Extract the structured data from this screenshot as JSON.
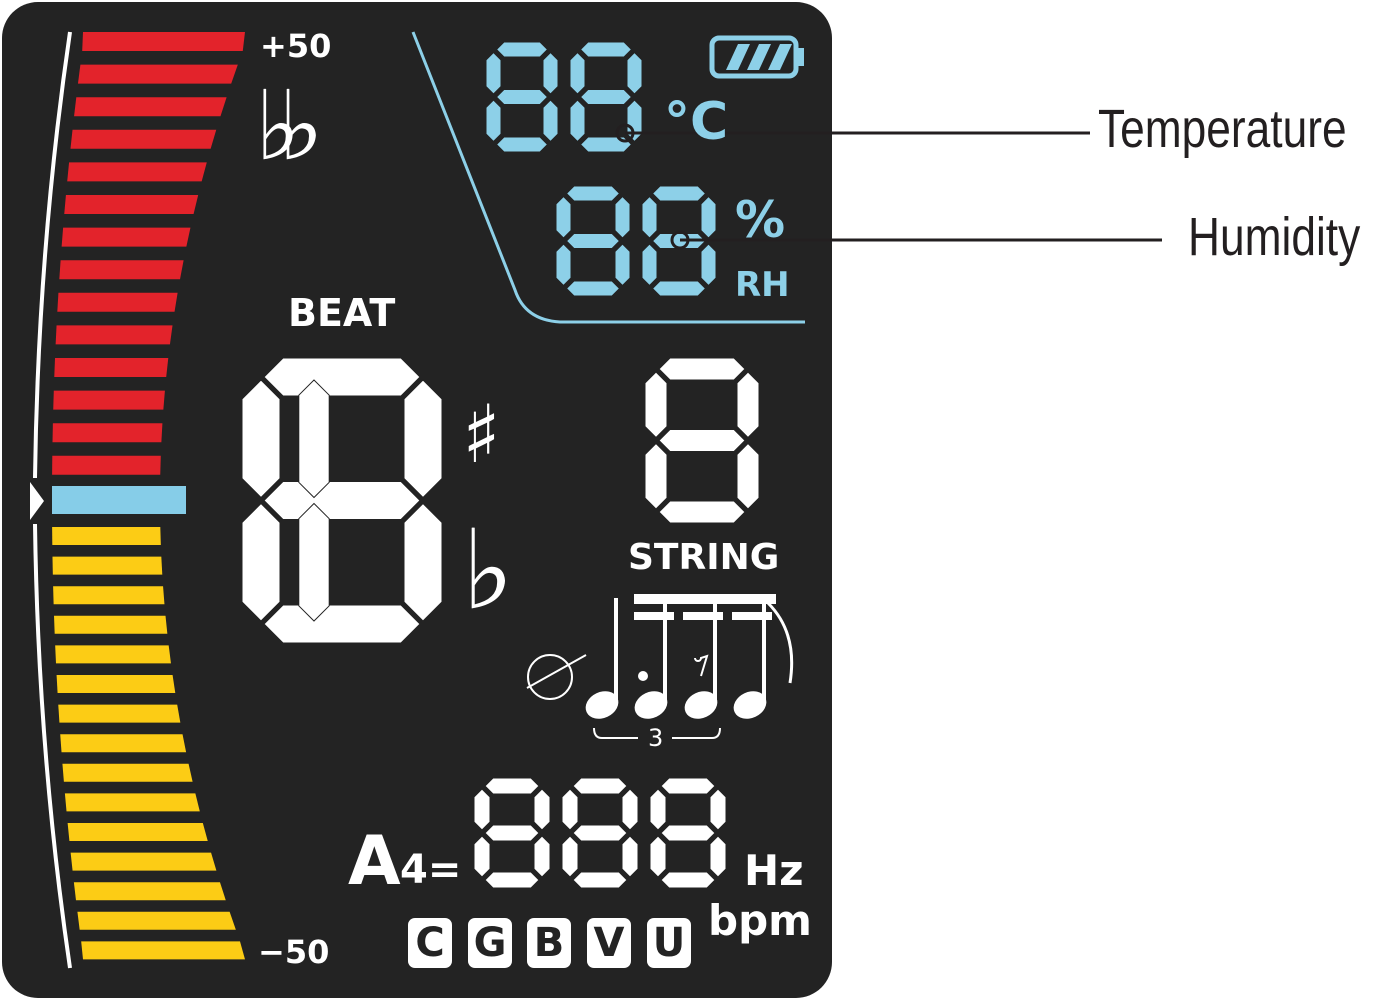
{
  "scale": {
    "top_label": "+50",
    "bottom_label": "−50",
    "red_segments": 14,
    "yellow_segments": 15
  },
  "accidentals": {
    "double_flat": "♭♭",
    "sharp": "♯",
    "flat": "♭"
  },
  "labels": {
    "beat": "BEAT",
    "string": "STRING",
    "celsius": "°C",
    "percent": "%",
    "rh": "RH",
    "a": "A",
    "a4_suffix": "4=",
    "hz": "Hz",
    "bpm": "bpm",
    "triplet": "3"
  },
  "keys": [
    "C",
    "G",
    "B",
    "V",
    "U"
  ],
  "digits": {
    "temperature": "88",
    "humidity": "88",
    "beat": "8",
    "string": "8",
    "frequency": "888"
  },
  "callouts": {
    "temperature": "Temperature",
    "humidity": "Humidity"
  },
  "colors": {
    "panel": "#232323",
    "red": "#e3232b",
    "yellow": "#fccc15",
    "blue": "#86cde8",
    "white": "#ffffff",
    "env_blue": "#8dd0e8"
  }
}
